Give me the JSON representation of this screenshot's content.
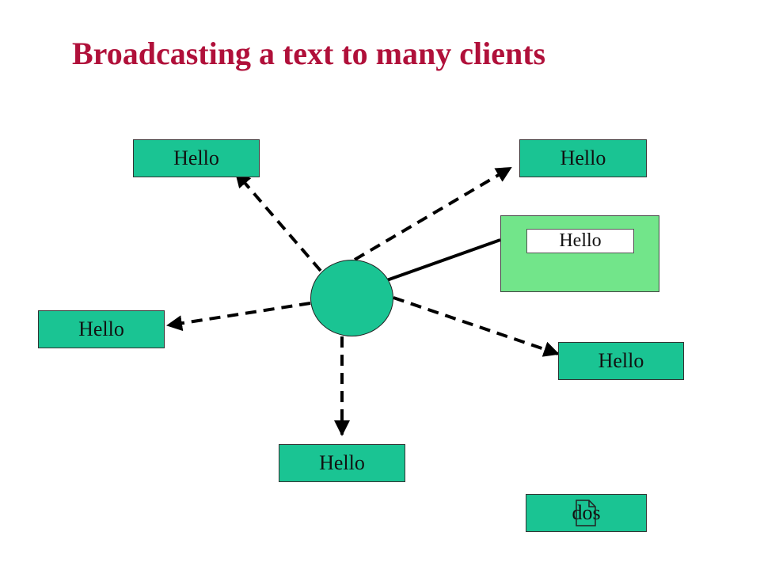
{
  "title": "Broadcasting a text to many clients",
  "sender": {
    "message": "Hello"
  },
  "clients": [
    {
      "id": "client-top-left",
      "label": "Hello"
    },
    {
      "id": "client-top-right",
      "label": "Hello"
    },
    {
      "id": "client-left",
      "label": "Hello"
    },
    {
      "id": "client-right",
      "label": "Hello"
    },
    {
      "id": "client-bottom",
      "label": "Hello"
    }
  ],
  "dos_label": "dos",
  "icons": {
    "dos": "file-icon"
  },
  "colors": {
    "title": "#b0103a",
    "client_fill": "#1ac493",
    "sender_window": "#72e58a",
    "arrow": "#000000"
  }
}
